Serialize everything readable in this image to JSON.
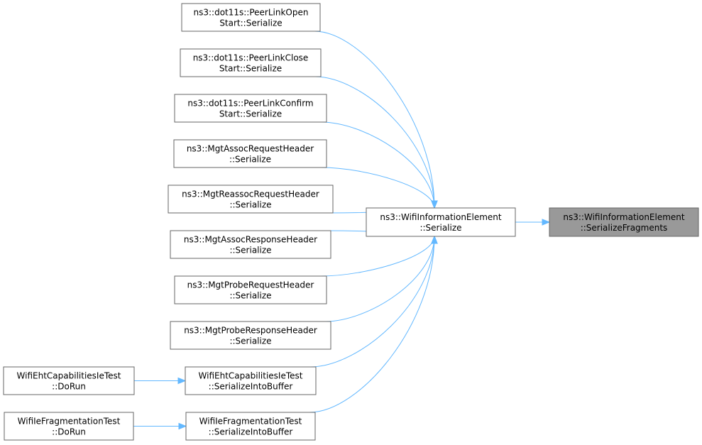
{
  "diagram": {
    "nodes": [
      {
        "id": "peerlinkopen",
        "line1": "ns3::dot11s::PeerLinkOpen",
        "line2": "Start::Serialize",
        "focus": false
      },
      {
        "id": "peerlinkclose",
        "line1": "ns3::dot11s::PeerLinkClose",
        "line2": "Start::Serialize",
        "focus": false
      },
      {
        "id": "peerlinkconfirm",
        "line1": "ns3::dot11s::PeerLinkConfirm",
        "line2": "Start::Serialize",
        "focus": false
      },
      {
        "id": "assocreq",
        "line1": "ns3::MgtAssocRequestHeader",
        "line2": "::Serialize",
        "focus": false
      },
      {
        "id": "reassocreq",
        "line1": "ns3::MgtReassocRequestHeader",
        "line2": "::Serialize",
        "focus": false
      },
      {
        "id": "assocresp",
        "line1": "ns3::MgtAssocResponseHeader",
        "line2": "::Serialize",
        "focus": false
      },
      {
        "id": "probereq",
        "line1": "ns3::MgtProbeRequestHeader",
        "line2": "::Serialize",
        "focus": false
      },
      {
        "id": "proberesp",
        "line1": "ns3::MgtProbeResponseHeader",
        "line2": "::Serialize",
        "focus": false
      },
      {
        "id": "ehtserialize",
        "line1": "WifiEhtCapabilitiesIeTest",
        "line2": "::SerializeIntoBuffer",
        "focus": false
      },
      {
        "id": "fragserialize",
        "line1": "WifiIeFragmentationTest",
        "line2": "::SerializeIntoBuffer",
        "focus": false
      },
      {
        "id": "ehtdorun",
        "line1": "WifiEhtCapabilitiesIeTest",
        "line2": "::DoRun",
        "focus": false
      },
      {
        "id": "fragdorun",
        "line1": "WifiIeFragmentationTest",
        "line2": "::DoRun",
        "focus": false
      },
      {
        "id": "wieserialize",
        "line1": "ns3::WifiInformationElement",
        "line2": "::Serialize",
        "focus": false
      },
      {
        "id": "wiefragments",
        "line1": "ns3::WifiInformationElement",
        "line2": "::SerializeFragments",
        "focus": true
      }
    ],
    "edges": [
      {
        "from": "peerlinkopen",
        "to": "wieserialize"
      },
      {
        "from": "peerlinkclose",
        "to": "wieserialize"
      },
      {
        "from": "peerlinkconfirm",
        "to": "wieserialize"
      },
      {
        "from": "assocreq",
        "to": "wieserialize"
      },
      {
        "from": "reassocreq",
        "to": "wieserialize"
      },
      {
        "from": "assocresp",
        "to": "wieserialize"
      },
      {
        "from": "probereq",
        "to": "wieserialize"
      },
      {
        "from": "proberesp",
        "to": "wieserialize"
      },
      {
        "from": "ehtserialize",
        "to": "wieserialize"
      },
      {
        "from": "fragserialize",
        "to": "wieserialize"
      },
      {
        "from": "ehtdorun",
        "to": "ehtserialize"
      },
      {
        "from": "fragdorun",
        "to": "fragserialize"
      },
      {
        "from": "wieserialize",
        "to": "wiefragments"
      }
    ]
  }
}
